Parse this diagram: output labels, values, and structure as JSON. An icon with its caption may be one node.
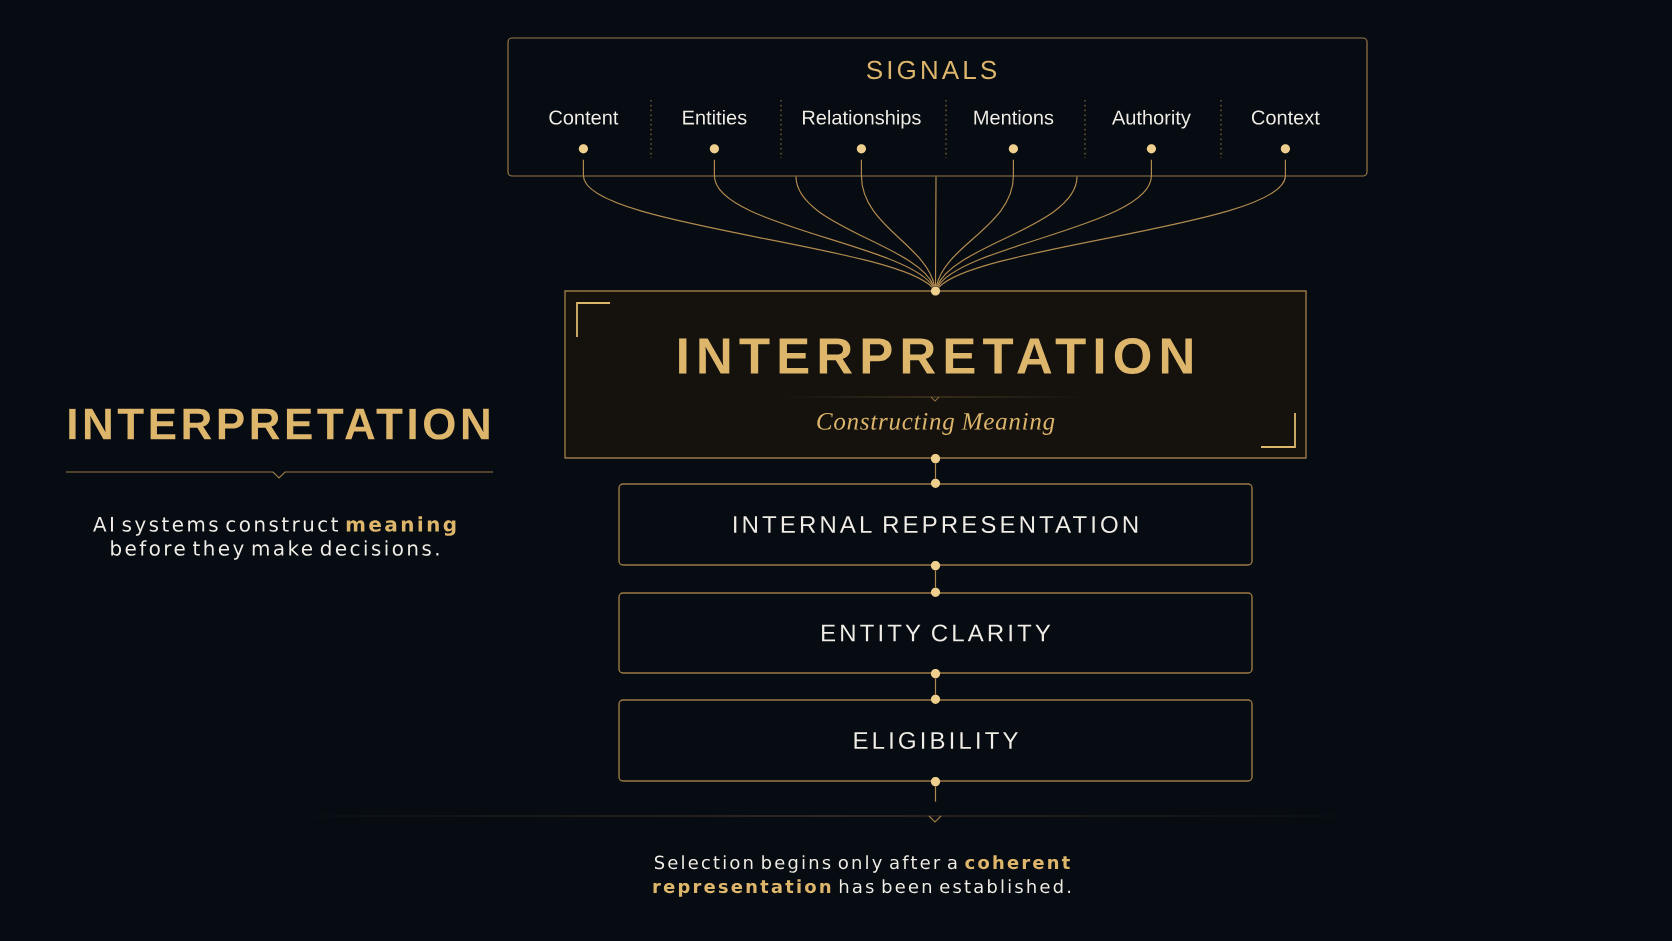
{
  "diagram": {
    "title": "INTERPRETATION",
    "caption": "Selection begins only after a **coherent representation** has been established.",
    "nodes": [
      {
        "text": [
          "SIGNALS"
        ]
      },
      {
        "text": [
          "Content"
        ],
        "in": 0
      },
      {
        "text": [
          "Entities"
        ],
        "in": 0
      },
      {
        "text": [
          "Relationships"
        ],
        "in": 0
      },
      {
        "text": [
          "Mentions"
        ],
        "in": 0
      },
      {
        "text": [
          "Authority"
        ],
        "in": 0
      },
      {
        "text": [
          "Context"
        ],
        "in": 0
      },
      {
        "text": [
          "INTERPRETATION",
          "Constructing Meaning"
        ]
      },
      {
        "text": [
          "INTERNAL REPRESENTATION"
        ]
      },
      {
        "text": [
          "ENTITY CLARITY"
        ]
      },
      {
        "text": [
          "ELIGIBILITY"
        ]
      },
      {
        "text": [],
        "shape": "circle"
      }
    ],
    "edges": [
      {
        "from": 1,
        "to": 11,
        "arrow": "none"
      },
      {
        "from": 2,
        "to": 11,
        "arrow": "none"
      },
      {
        "from": 3,
        "to": 11,
        "arrow": "none"
      },
      {
        "from": 4,
        "to": 11,
        "arrow": "none"
      },
      {
        "from": 5,
        "to": 11,
        "arrow": "none"
      },
      {
        "from": 6,
        "to": 11,
        "arrow": "none"
      },
      {
        "from": 0,
        "to": 11,
        "arrow": "none"
      },
      {
        "from": 0,
        "to": 11,
        "arrow": "none"
      },
      {
        "from": 0,
        "to": 11,
        "arrow": "none"
      },
      {
        "from": 7,
        "to": 8,
        "arrow": "none"
      },
      {
        "from": 8,
        "to": 9,
        "arrow": "none"
      },
      {
        "from": 9,
        "to": 10,
        "arrow": "none"
      },
      {
        "from": 10,
        "to": null,
        "arrow": "none"
      }
    ],
    "labels": [
      "AI systems construct **meaning** before they make decisions."
    ]
  }
}
